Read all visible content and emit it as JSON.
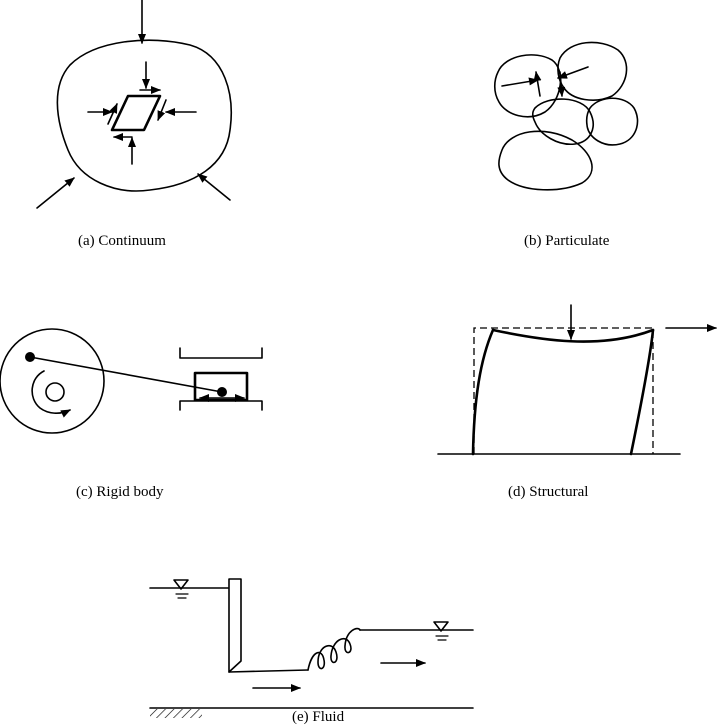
{
  "panels": {
    "continuum": {
      "caption": "(a)  Continuum"
    },
    "particulate": {
      "caption": "(b)  Particulate"
    },
    "rigid_body": {
      "caption": "(c)  Rigid body"
    },
    "structural": {
      "caption": "(d)  Structural"
    },
    "fluid": {
      "caption": "(e)  Fluid"
    }
  },
  "icons": {
    "arrowhead": "triangle",
    "water_level": "inverted-triangle-symbol",
    "ground": "hatched-ground"
  }
}
